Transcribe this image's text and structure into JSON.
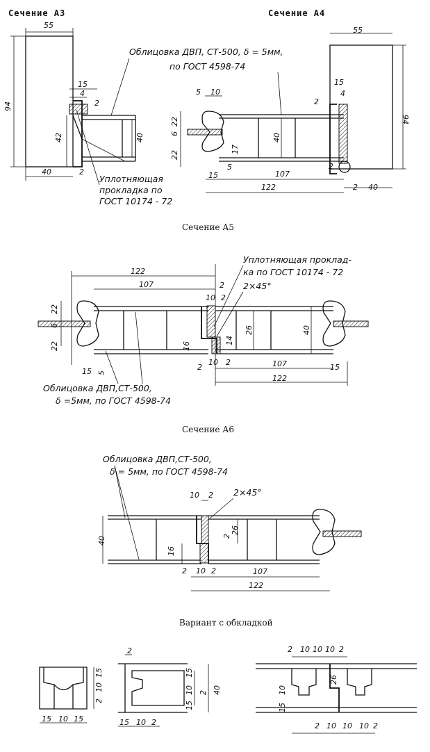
{
  "headings": {
    "a3": "Сечение  А3",
    "a4": "Сечение  А4",
    "a5": "Сечение А5",
    "a6": "Сечение А6",
    "variant": "Вариант с обкладкой"
  },
  "notes": {
    "cladding_line1": "Облицовка ДВП, СТ-500, δ = 5мм,",
    "cladding_line2": "по ГОСТ 4598-74",
    "seal_line1": "Уплотняющая",
    "seal_line2": "прокладка по",
    "seal_line3": "ГОСТ 10174 - 72",
    "a5_seal_line1": "Уплотняющая проклад-",
    "a5_seal_line2": "ка по ГОСТ 10174 - 72",
    "chamfer": "2×45°",
    "a5_cladding_line1": "Облицовка ДВП,СТ-500,",
    "a5_cladding_line2": "δ =5мм, по ГОСТ 4598-74",
    "a6_cladding_line1": "Облицовка ДВП,СТ-500,",
    "a6_cladding_line2": "δ = 5мм, по ГОСТ 4598-74"
  },
  "dims": {
    "d55": "55",
    "d94": "94",
    "d15": "15",
    "d4": "4",
    "d2": "2",
    "d42": "42",
    "d40": "40",
    "d5": "5",
    "d10": "10",
    "d22": "22",
    "d6": "6",
    "d17": "17",
    "d107": "107",
    "d122": "122",
    "d26": "26",
    "d16": "16",
    "d14": "14"
  }
}
